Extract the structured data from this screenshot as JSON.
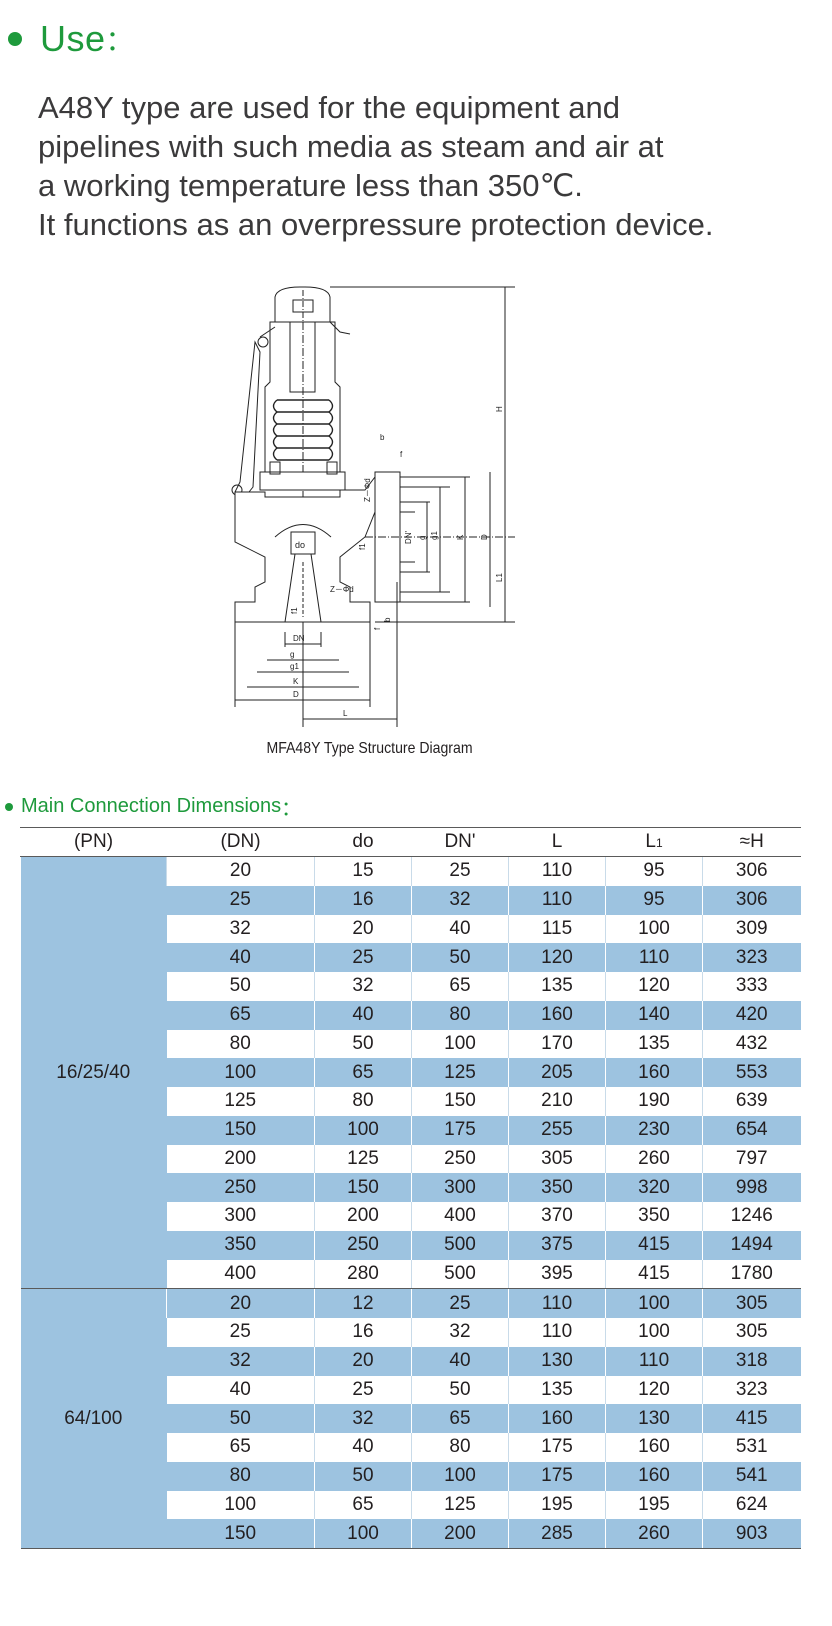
{
  "use_section": {
    "heading": "Use",
    "colon": "：",
    "lines": [
      "A48Y type are used for the equipment and",
      "pipelines with such media as steam and air at",
      "a working temperature less than 350℃.",
      "It functions as an overpressure protection device."
    ]
  },
  "diagram": {
    "caption": "MFA48Y Type Structure Diagram",
    "labels": {
      "H": "H",
      "L1": "L1",
      "D_right": "D",
      "K_right": "K",
      "g1_right": "g1",
      "g_right": "g",
      "DN_prime": "DN'",
      "b_right": "b",
      "f_right": "f",
      "zd_right": "Z－Φd",
      "f1_right": "f1",
      "do": "do",
      "DN": "DN",
      "g": "g",
      "g1": "g1",
      "K": "K",
      "D": "D",
      "L": "L",
      "zd_bottom": "Z－Φd",
      "f1_bottom": "f1",
      "f_bottom": "f",
      "b_bottom": "b"
    }
  },
  "dimensions": {
    "heading": "Main Connection Dimensions",
    "colon": "：",
    "headers": [
      "(PN)",
      "(DN)",
      "do",
      "DN'",
      "L",
      "L1",
      "≈H"
    ],
    "groups": [
      {
        "pn": "16/25/40",
        "rows": [
          [
            "20",
            "15",
            "25",
            "110",
            "95",
            "306"
          ],
          [
            "25",
            "16",
            "32",
            "110",
            "95",
            "306"
          ],
          [
            "32",
            "20",
            "40",
            "115",
            "100",
            "309"
          ],
          [
            "40",
            "25",
            "50",
            "120",
            "110",
            "323"
          ],
          [
            "50",
            "32",
            "65",
            "135",
            "120",
            "333"
          ],
          [
            "65",
            "40",
            "80",
            "160",
            "140",
            "420"
          ],
          [
            "80",
            "50",
            "100",
            "170",
            "135",
            "432"
          ],
          [
            "100",
            "65",
            "125",
            "205",
            "160",
            "553"
          ],
          [
            "125",
            "80",
            "150",
            "210",
            "190",
            "639"
          ],
          [
            "150",
            "100",
            "175",
            "255",
            "230",
            "654"
          ],
          [
            "200",
            "125",
            "250",
            "305",
            "260",
            "797"
          ],
          [
            "250",
            "150",
            "300",
            "350",
            "320",
            "998"
          ],
          [
            "300",
            "200",
            "400",
            "370",
            "350",
            "1246"
          ],
          [
            "350",
            "250",
            "500",
            "375",
            "415",
            "1494"
          ],
          [
            "400",
            "280",
            "500",
            "395",
            "415",
            "1780"
          ]
        ]
      },
      {
        "pn": "64/100",
        "rows": [
          [
            "20",
            "12",
            "25",
            "110",
            "100",
            "305"
          ],
          [
            "25",
            "16",
            "32",
            "110",
            "100",
            "305"
          ],
          [
            "32",
            "20",
            "40",
            "130",
            "110",
            "318"
          ],
          [
            "40",
            "25",
            "50",
            "135",
            "120",
            "323"
          ],
          [
            "50",
            "32",
            "65",
            "160",
            "130",
            "415"
          ],
          [
            "65",
            "40",
            "80",
            "175",
            "160",
            "531"
          ],
          [
            "80",
            "50",
            "100",
            "175",
            "160",
            "541"
          ],
          [
            "100",
            "65",
            "125",
            "195",
            "195",
            "624"
          ],
          [
            "150",
            "100",
            "200",
            "285",
            "260",
            "903"
          ]
        ]
      }
    ]
  },
  "colors": {
    "accent_green": "#1e9a3c",
    "row_blue": "#9dc3e0"
  }
}
